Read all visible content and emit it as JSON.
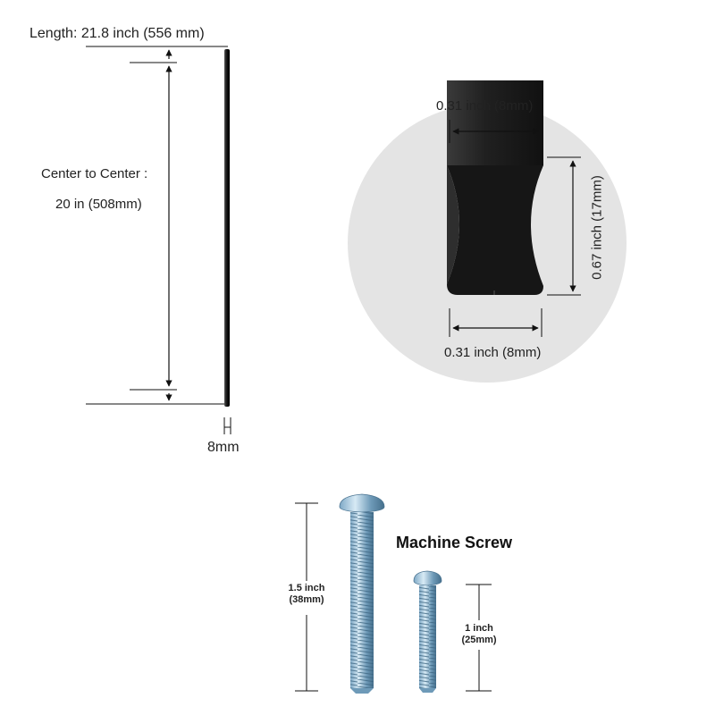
{
  "handle": {
    "length_label": "Length: 21.8 inch (556 mm)",
    "center_to_center_label": "Center to Center :",
    "center_to_center_value": "20 in (508mm)",
    "diameter_label": "8mm"
  },
  "detail": {
    "top_width_label": "0.31 inch (8mm)",
    "height_label": "0.67 inch (17mm)",
    "bottom_width_label": "0.31 inch (8mm)"
  },
  "screws": {
    "title": "Machine Screw",
    "long_screw_label_line1": "1.5 inch",
    "long_screw_label_line2": "(38mm)",
    "short_screw_label_line1": "1 inch",
    "short_screw_label_line2": "(25mm)"
  }
}
